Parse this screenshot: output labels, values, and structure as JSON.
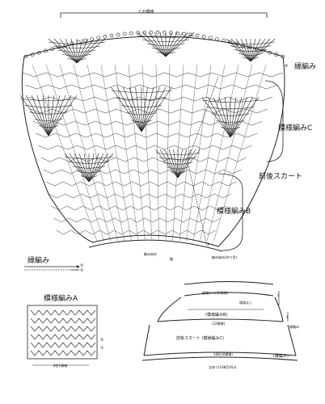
{
  "top_label": "Cの模様",
  "labels": {
    "edging": "縁編み",
    "pattern_c": "模様編みC",
    "front_skirt": "前後スカート",
    "pattern_b": "模様編みB",
    "edging_left": "縁編み",
    "pattern_a": "模様編みA",
    "chart_a_bottom": "8目1模様",
    "bottom_start": "編み始め",
    "bottom_center": "脇",
    "bottom_right": "編み始め(作り目)"
  },
  "marks": {
    "two": "2",
    "one": "1",
    "circle_two": "②",
    "circle_one": "①"
  },
  "schematic": {
    "top_note": "模様から(32模様)",
    "side_note": "増減なし",
    "pattern_b": "(模様編みB)",
    "mid_count": "(32模様)",
    "pattern_c": "前後スカート (模様編みC)",
    "bottom_count": "168(16模様)",
    "footer": "全体で(168目)作る",
    "edging": "(縁編み)",
    "right_small": "縁編み"
  },
  "icons": [
    "crochet-chart",
    "arrow-icon",
    "circled-number-icon"
  ]
}
